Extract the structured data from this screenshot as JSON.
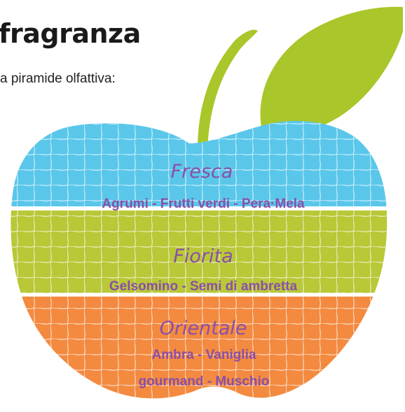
{
  "header": {
    "title": "fragranza",
    "subtitle": "a piramide olfattiva:"
  },
  "colors": {
    "leaf": "#a9c62a",
    "top_band": "#5ac7ea",
    "middle_band": "#b8c837",
    "base_band": "#f38a3f",
    "label_text": "#8a4fa8"
  },
  "pyramid": {
    "top": {
      "name": "Fresca",
      "notes": "Agrumi - Frutti verdi - Pera·Mela"
    },
    "middle": {
      "name": "Fiorita",
      "notes": "Gelsomino - Semi di ambretta"
    },
    "base": {
      "name": "Orientale",
      "notes_line1": "Ambra - Vaniglia",
      "notes_line2": "gourmand - Muschio"
    }
  }
}
